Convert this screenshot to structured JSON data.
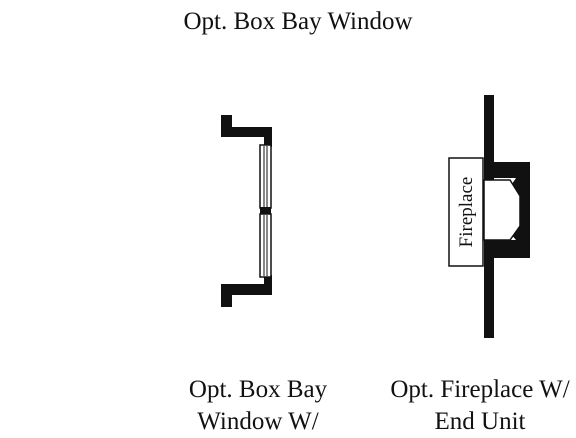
{
  "title": "Opt. Box Bay Window",
  "captions": {
    "bay_window": [
      "Opt. Box Bay",
      "Window W/"
    ],
    "fireplace": [
      "Opt. Fireplace W/",
      "End Unit"
    ]
  },
  "fireplace_label": "Fireplace",
  "colors": {
    "ink": "#111111",
    "background": "#ffffff"
  }
}
